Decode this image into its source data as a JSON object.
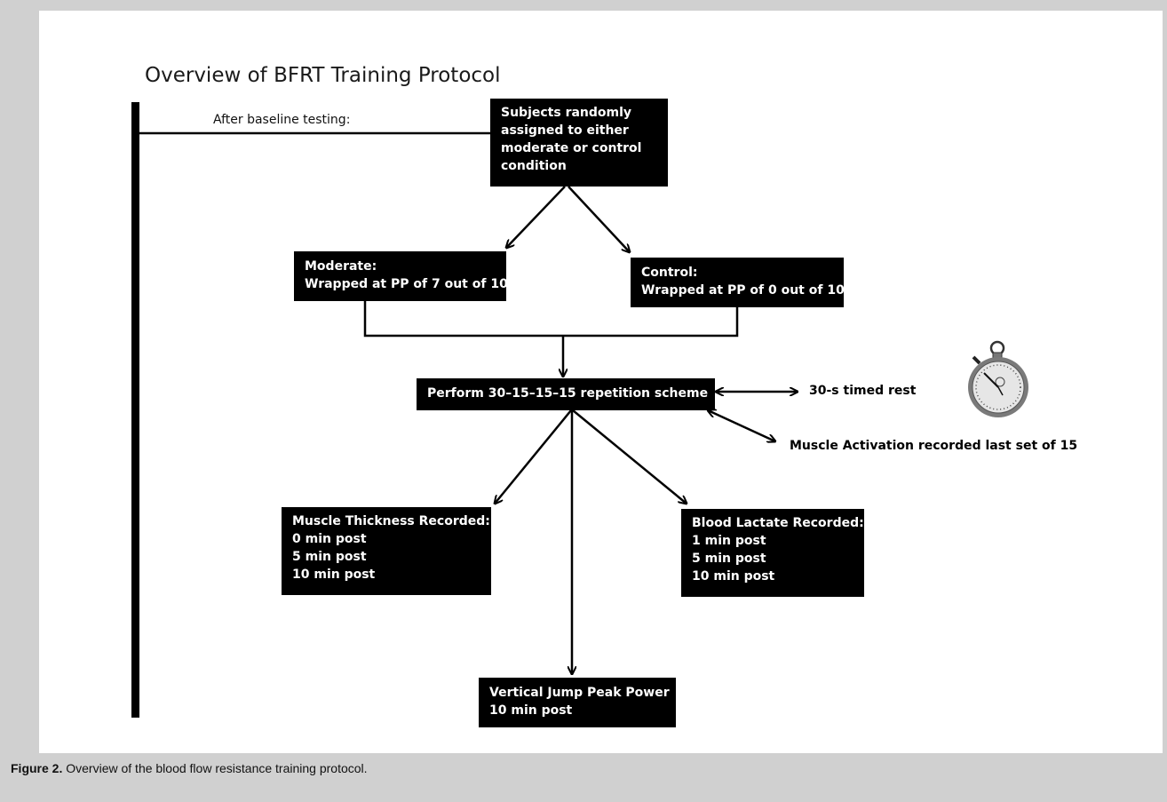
{
  "title": "Overview of BFRT Training Protocol",
  "baseline_note": "After baseline testing:",
  "boxes": {
    "randomize": [
      "Subjects randomly",
      "assigned to either",
      "moderate or control",
      "condition"
    ],
    "moderate": [
      "Moderate:",
      "Wrapped at PP of 7 out of 10"
    ],
    "control": [
      "Control:",
      "Wrapped at PP of 0 out of 10"
    ],
    "perform": [
      "Perform 30–15–15–15 repetition scheme"
    ],
    "thickness": [
      "Muscle Thickness Recorded:",
      "0 min post",
      "5 min post",
      "10 min post"
    ],
    "lactate": [
      "Blood Lactate Recorded:",
      "1 min post",
      "5 min post",
      "10 min post"
    ],
    "jump": [
      "Vertical Jump Peak Power",
      "10 min post"
    ]
  },
  "labels": {
    "rest": "30-s timed rest",
    "activation": "Muscle Activation recorded last set of 15"
  },
  "icons": {
    "timer": "stopwatch-icon"
  },
  "caption": {
    "label": "Figure 2.",
    "text": " Overview of the blood flow resistance training protocol."
  }
}
